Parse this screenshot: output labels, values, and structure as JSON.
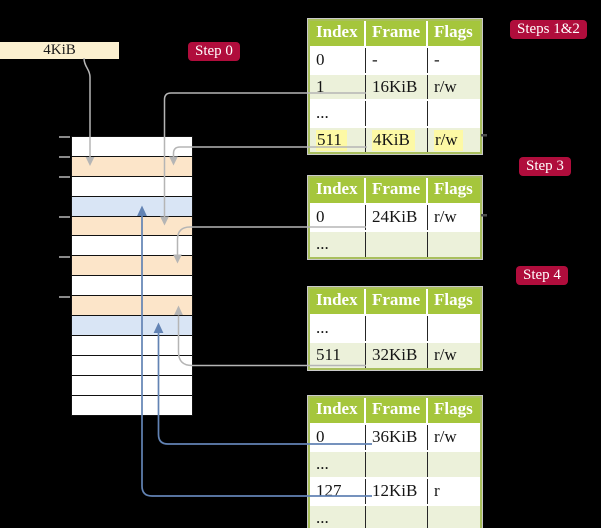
{
  "colors": {
    "background": "#000000",
    "crimson": "#b00d3c",
    "cream": "#fbf0d0",
    "table_header_green": "#a5c63c",
    "table_border_green": "#a9bf5d",
    "row_pale_green": "#ecf1da",
    "highlight_yellow": "#fdf9a5",
    "mem_orange": "#fce5c9",
    "mem_blue": "#d9e5f5",
    "mem_white": "#ffffff",
    "arrow_gray": "#b5b5b5",
    "arrow_blue": "#6283b4"
  },
  "page_size_label": "4KiB",
  "badges": {
    "step0": "Step 0",
    "steps12": "Steps 1&2",
    "step3": "Step 3",
    "step4": "Step 4"
  },
  "memory": {
    "rows": [
      "white",
      "orange",
      "white",
      "blue",
      "orange",
      "white",
      "orange",
      "white",
      "orange",
      "blue",
      "white",
      "white",
      "white",
      "white"
    ]
  },
  "tables": [
    {
      "name": "page-table-steps-1-2",
      "headers": [
        "Index",
        "Frame",
        "Flags"
      ],
      "rows": [
        {
          "cells": [
            "0",
            "-",
            "-"
          ],
          "shade": false,
          "highlight": false
        },
        {
          "cells": [
            "1",
            "16KiB",
            "r/w"
          ],
          "shade": true,
          "highlight": false
        },
        {
          "cells": [
            "...",
            "",
            ""
          ],
          "shade": false,
          "highlight": false
        },
        {
          "cells": [
            "511",
            "4KiB",
            "r/w"
          ],
          "shade": true,
          "highlight": true
        }
      ]
    },
    {
      "name": "page-table-step-3",
      "headers": [
        "Index",
        "Frame",
        "Flags"
      ],
      "rows": [
        {
          "cells": [
            "0",
            "24KiB",
            "r/w"
          ],
          "shade": false,
          "highlight": false
        },
        {
          "cells": [
            "...",
            "",
            ""
          ],
          "shade": true,
          "highlight": false
        }
      ]
    },
    {
      "name": "page-table-step-4-upper",
      "headers": [
        "Index",
        "Frame",
        "Flags"
      ],
      "rows": [
        {
          "cells": [
            "...",
            "",
            ""
          ],
          "shade": false,
          "highlight": false
        },
        {
          "cells": [
            "511",
            "32KiB",
            "r/w"
          ],
          "shade": true,
          "highlight": false
        }
      ]
    },
    {
      "name": "page-table-step-4-lower",
      "headers": [
        "Index",
        "Frame",
        "Flags"
      ],
      "rows": [
        {
          "cells": [
            "0",
            "36KiB",
            "r/w"
          ],
          "shade": false,
          "highlight": false
        },
        {
          "cells": [
            "...",
            "",
            ""
          ],
          "shade": true,
          "highlight": false
        },
        {
          "cells": [
            "127",
            "12KiB",
            "r"
          ],
          "shade": false,
          "highlight": false
        },
        {
          "cells": [
            "...",
            "",
            ""
          ],
          "shade": true,
          "highlight": false
        }
      ]
    }
  ]
}
